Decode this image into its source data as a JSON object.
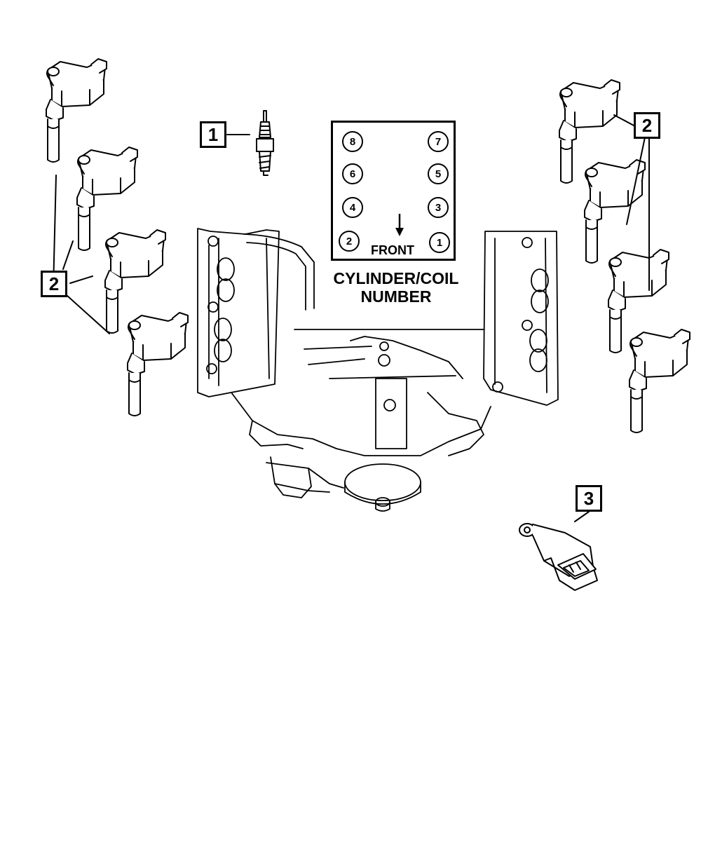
{
  "callouts": {
    "spark_plug": "1",
    "coil_left": "2",
    "coil_right": "2",
    "sensor": "3"
  },
  "cylinder_chart": {
    "cylinders": [
      "8",
      "7",
      "6",
      "5",
      "4",
      "3",
      "2",
      "1"
    ],
    "front_label": "FRONT",
    "caption_line1": "CYLINDER/COIL",
    "caption_line2": "NUMBER"
  },
  "colors": {
    "ink": "#000000",
    "paper": "#ffffff"
  }
}
